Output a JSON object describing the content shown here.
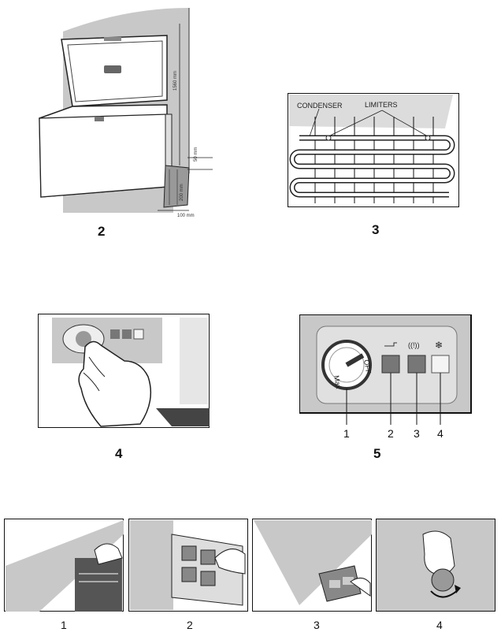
{
  "figures": {
    "fig2": {
      "number": "2",
      "dim_height": "1560 mm",
      "dim_top": "50 mm",
      "dim_side": "200 mm",
      "dim_bottom": "100 mm"
    },
    "fig3": {
      "number": "3",
      "label_condenser": "CONDENSER",
      "label_limiters": "LIMITERS"
    },
    "fig4": {
      "number": "4"
    },
    "fig5": {
      "number": "5",
      "knob_max": "Max",
      "knob_off": "OFF",
      "callouts": [
        "1",
        "2",
        "3",
        "4"
      ]
    }
  },
  "bottom_strip": {
    "panels": [
      "1",
      "2",
      "3",
      "4"
    ]
  },
  "colors": {
    "panel_gray": "#c8c8c8",
    "light_gray": "#e0e0e0",
    "frame": "#111111"
  }
}
